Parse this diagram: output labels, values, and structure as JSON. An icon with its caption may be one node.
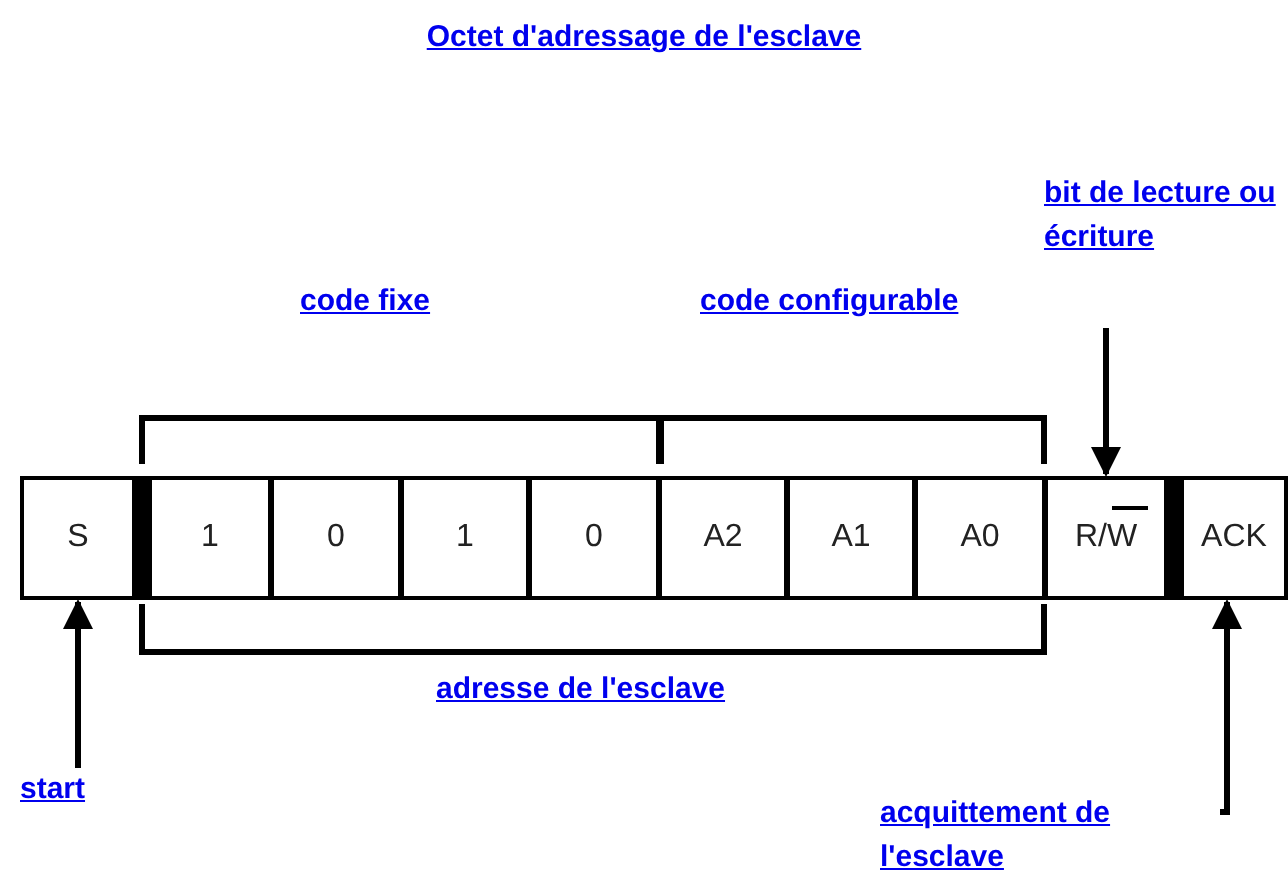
{
  "diagram": {
    "title": "Octet d'adressage de l'esclave",
    "nodes": [
      {
        "text": [
          "S"
        ]
      },
      {
        "text": [
          "1"
        ]
      },
      {
        "text": [
          "0"
        ]
      },
      {
        "text": [
          "1"
        ]
      },
      {
        "text": [
          "0"
        ]
      },
      {
        "text": [
          "A2"
        ]
      },
      {
        "text": [
          "A1"
        ]
      },
      {
        "text": [
          "A0"
        ]
      },
      {
        "text": [
          "R/W"
        ]
      },
      {
        "text": [
          "ACK"
        ]
      },
      {
        "text": [
          "start"
        ]
      },
      {
        "text": [
          "bit de lecture ou écriture"
        ]
      },
      {
        "text": [
          "acquittement de l'esclave"
        ]
      }
    ],
    "edges": [
      {
        "from": 10,
        "to": 0,
        "arrow": "to"
      },
      {
        "from": 11,
        "to": 8,
        "arrow": "to"
      },
      {
        "from": 12,
        "to": 9,
        "arrow": "to"
      }
    ],
    "labels": [
      "code fixe",
      "code configurable",
      "adresse de l'esclave"
    ]
  }
}
